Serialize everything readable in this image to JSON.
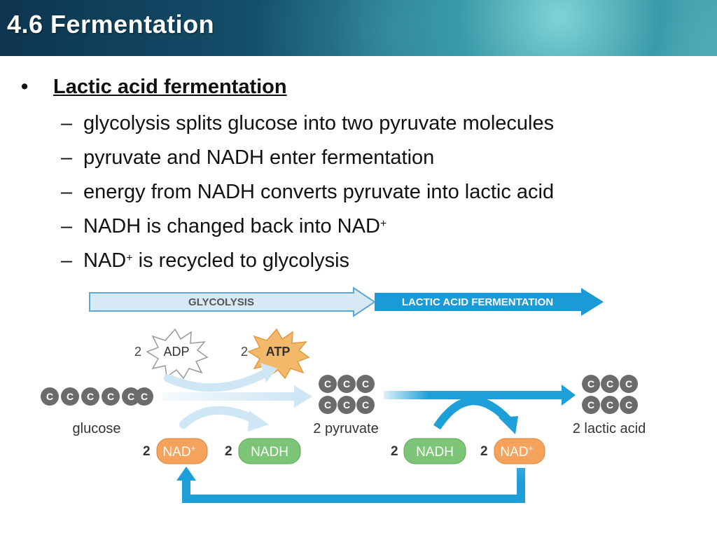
{
  "slide": {
    "title": "4.6 Fermentation",
    "bullet": {
      "marker": "•",
      "heading": "Lactic acid fermentation"
    },
    "sub_bullets": [
      {
        "dash": "–",
        "text": "glycolysis splits glucose into two pyruvate molecules"
      },
      {
        "dash": "–",
        "text": "pyruvate and NADH enter fermentation"
      },
      {
        "dash": "–",
        "text": "energy from NADH converts pyruvate into lactic acid"
      },
      {
        "dash": "–",
        "text": "NADH is changed back into NAD",
        "sup": "+"
      },
      {
        "dash": "–",
        "text_before": "NAD",
        "sup": "+",
        "text_after": " is recycled to glycolysis"
      }
    ]
  },
  "diagram": {
    "stage_glycolysis": "GLYCOLYSIS",
    "stage_fermentation": "LACTIC ACID FERMENTATION",
    "adp": {
      "count": "2",
      "label": "ADP"
    },
    "atp": {
      "count": "2",
      "label": "ATP"
    },
    "glucose": {
      "label": "glucose",
      "carbon": "C"
    },
    "pyruvate": {
      "label": "2 pyruvate",
      "carbon": "C"
    },
    "lactic": {
      "label": "2 lactic acid",
      "carbon": "C"
    },
    "nad_left": {
      "count": "2",
      "label": "NAD",
      "sup": "+"
    },
    "nadh_left": {
      "count": "2",
      "label": "NADH"
    },
    "nadh_right": {
      "count": "2",
      "label": "NADH"
    },
    "nad_right": {
      "count": "2",
      "label": "NAD",
      "sup": "+"
    },
    "colors": {
      "glycolysis_arrow": "#d6e9f5",
      "fermentation_arrow": "#1a9ad6",
      "carbon": "#6b6b6b",
      "nad": "#f5a25d",
      "nadh": "#7cc576",
      "atp": "#f2b96a",
      "flow_blue": "#1e9fd8",
      "flow_light": "#cfe6f4"
    }
  }
}
